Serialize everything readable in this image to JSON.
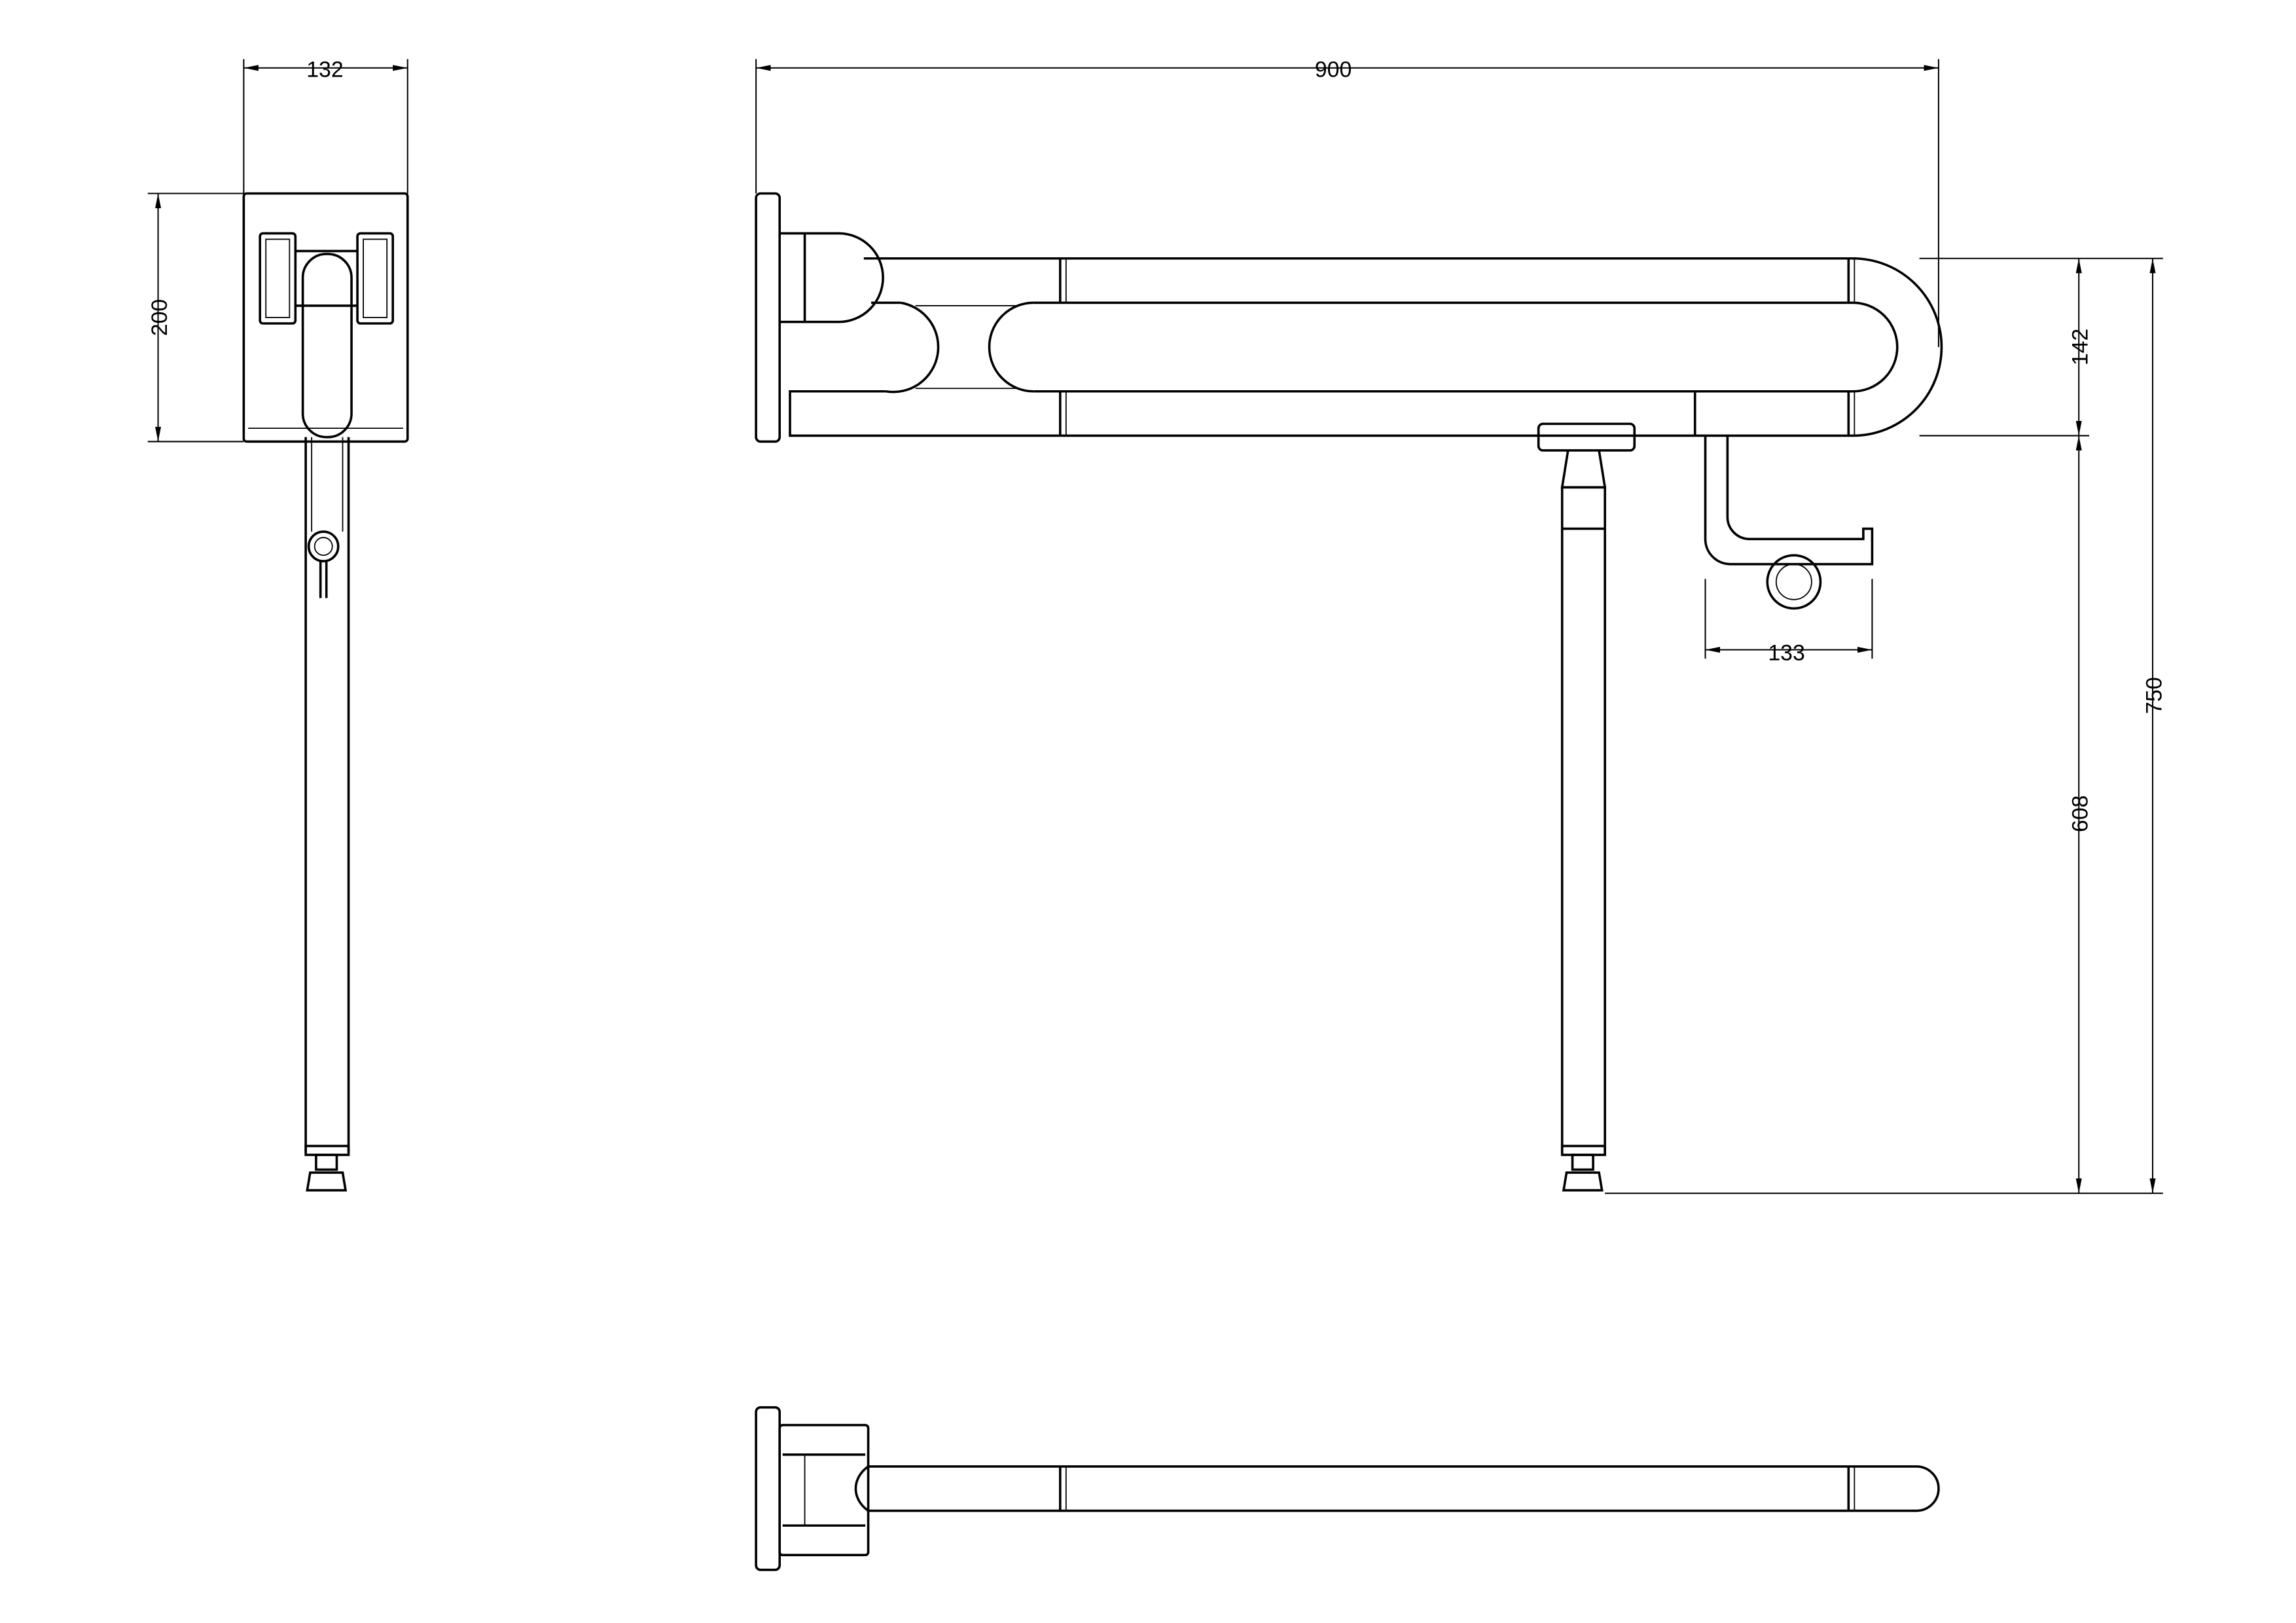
{
  "dimensions": {
    "side_width": "132",
    "side_height": "200",
    "total_length": "900",
    "bar_spacing": "142",
    "leg_height": "608",
    "total_height": "750",
    "holder_width": "133"
  },
  "colors": {
    "line": "#000000",
    "background": "#ffffff"
  }
}
